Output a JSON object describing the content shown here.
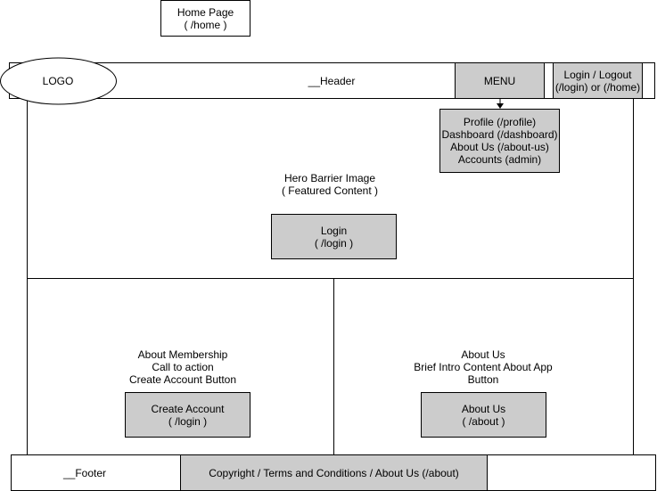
{
  "page_label": {
    "title": "Home Page",
    "route": "( /home )"
  },
  "header": {
    "logo": "LOGO",
    "label": "__Header",
    "menu": "MENU",
    "login_logout": [
      "Login / Logout",
      "(/login) or (/home)"
    ]
  },
  "menu_items": [
    "Profile (/profile)",
    "Dashboard (/dashboard)",
    "About Us (/about-us)",
    "Accounts (admin)"
  ],
  "hero": {
    "text": [
      "Hero Barrier Image",
      "( Featured Content )"
    ],
    "button": [
      "Login",
      "( /login )"
    ]
  },
  "membership": {
    "text": [
      "About Membership",
      "Call to action",
      "Create Account Button"
    ],
    "button": [
      "Create Account",
      "( /login )"
    ]
  },
  "about": {
    "text": [
      "About Us",
      "Brief Intro Content About App",
      "Button"
    ],
    "button": [
      "About Us",
      "( /about )"
    ]
  },
  "footer": {
    "label": "__Footer",
    "links": "Copyright / Terms and Conditions / About Us (/about)"
  },
  "colors": {
    "box_fill": "#cccccc",
    "line": "#000000",
    "background": "#ffffff"
  }
}
